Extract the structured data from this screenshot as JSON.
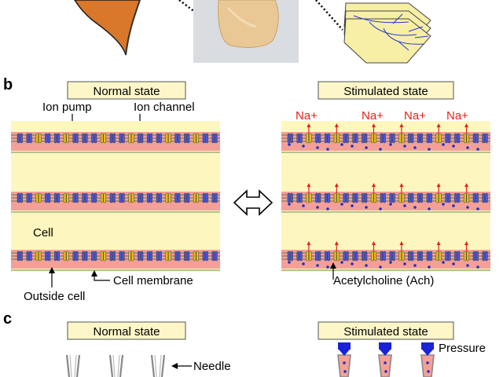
{
  "panel_b": {
    "letter": "b",
    "normal": {
      "title": "Normal state",
      "ion_pump": "Ion pump",
      "ion_channel": "Ion channel",
      "cell": "Cell",
      "cell_membrane": "Cell membrane",
      "outside_cell": "Outside cell"
    },
    "stimulated": {
      "title": "Stimulated state",
      "sodium_labels": [
        "Na+",
        "Na+",
        "Na+",
        "Na+"
      ],
      "acetylcholine": "Acetylcholine (Ach)"
    }
  },
  "panel_c": {
    "letter": "c",
    "normal": {
      "title": "Normal state",
      "needle": "Needle"
    },
    "stimulated": {
      "title": "Stimulated state",
      "pressure": "Pressure"
    }
  },
  "colors": {
    "cytoplasm": "#fdf7bf",
    "membrane_band": "#f4a098",
    "pump_blue": "#4a58d8",
    "channel_yellow": "#e8c020",
    "sodium_red": "#e8201a",
    "dot_blue": "#2430b8",
    "muscle_orange": "#d9772a",
    "pressure_blue": "#1a22d8"
  }
}
